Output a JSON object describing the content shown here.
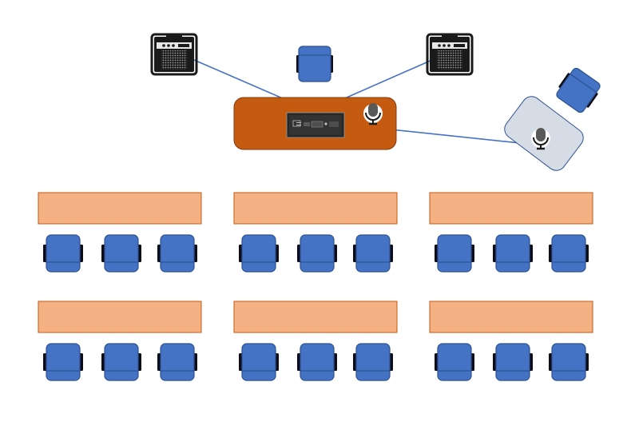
{
  "diagram": {
    "colors": {
      "background": "#ffffff",
      "chair_fill": "#4472c4",
      "chair_stroke": "#2f528f",
      "chair_arm": "#0d0d1a",
      "desk_fill": "#f4b183",
      "desk_stroke": "#c55a11",
      "podium_fill": "#c55a11",
      "podium_stroke": "#843c0c",
      "side_table_fill": "#d6dce5",
      "side_table_stroke": "#2f528f",
      "cable": "#4472c4",
      "speaker_body": "#1a1a1a",
      "mic_head": "#595959",
      "mixer_body": "#262626"
    },
    "items": {
      "speakers": [
        "speaker-left",
        "speaker-right"
      ],
      "presenter_chair": "presenter-chair",
      "podium": "podium",
      "mixer": "audio-mixer",
      "microphones": [
        "podium-microphone",
        "side-table-microphone"
      ],
      "side_table": "side-table",
      "side_chair": "side-chair",
      "desk_rows": 2,
      "desks_per_row": 3,
      "chairs_per_desk": 3
    },
    "connections": [
      {
        "from": "speaker-left",
        "to": "audio-mixer"
      },
      {
        "from": "speaker-right",
        "to": "audio-mixer"
      },
      {
        "from": "audio-mixer",
        "to": "side-table-microphone"
      }
    ]
  }
}
